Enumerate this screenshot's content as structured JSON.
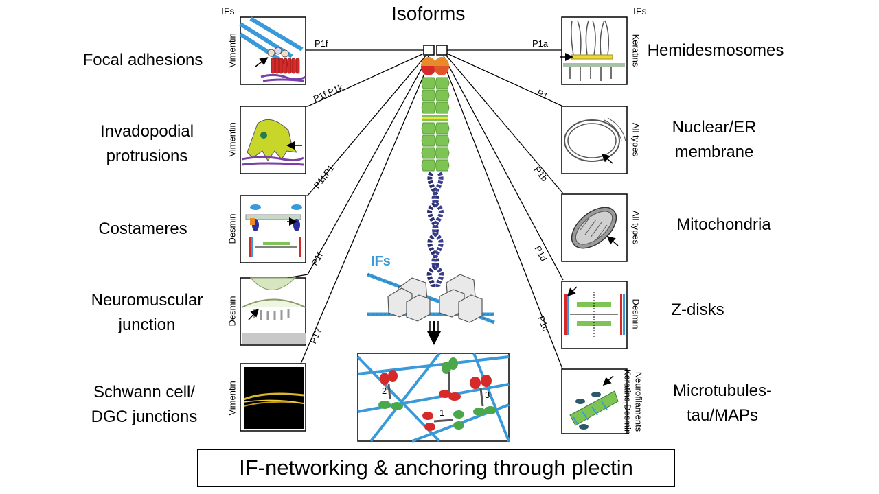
{
  "title": "Isoforms",
  "ifs_left": "IFs",
  "ifs_right": "IFs",
  "ifs_center": "IFs",
  "caption": "IF-networking & anchoring through plectin",
  "left_sites": [
    {
      "label": "Focal adhesions",
      "if_type": "Vimentin",
      "isoform": "P1f"
    },
    {
      "label": "Invadopodial\nprotrusions",
      "if_type": "Vimentin",
      "isoform": "P1f,P1k"
    },
    {
      "label": "Costameres",
      "if_type": "Desmin",
      "isoform": "P1f,P1"
    },
    {
      "label": "Neuromuscular\njunction",
      "if_type": "Desmin",
      "isoform": "P1f"
    },
    {
      "label": "Schwann cell/\nDGC junctions",
      "if_type": "Vimentin",
      "isoform": "P1?"
    }
  ],
  "right_sites": [
    {
      "label": "Hemidesmosomes",
      "if_type": "Keratins",
      "isoform": "P1a"
    },
    {
      "label": "Nuclear/ER\nmembrane",
      "if_type": "All types",
      "isoform": "P1"
    },
    {
      "label": "Mitochondria",
      "if_type": "All types",
      "isoform": "P1b"
    },
    {
      "label": "Z-disks",
      "if_type": "Desmin",
      "isoform": "P1d"
    },
    {
      "label": "Microtubules-\ntau/MAPs",
      "if_type_line1": "Neurofilaments",
      "if_type_line2": "Keratins,Desmin",
      "isoform": "P1c"
    }
  ],
  "network_labels": [
    "1",
    "2",
    "3"
  ],
  "colors": {
    "vimentin_blue": "#3a9ad9",
    "protein_green": "#7dc454",
    "coil_navy": "#2b2f6e",
    "head_red": "#d62a2a",
    "head_orange": "#e98a2a",
    "membrane_purple": "#7b3fa8",
    "cell_yellow": "#c8d62a"
  }
}
